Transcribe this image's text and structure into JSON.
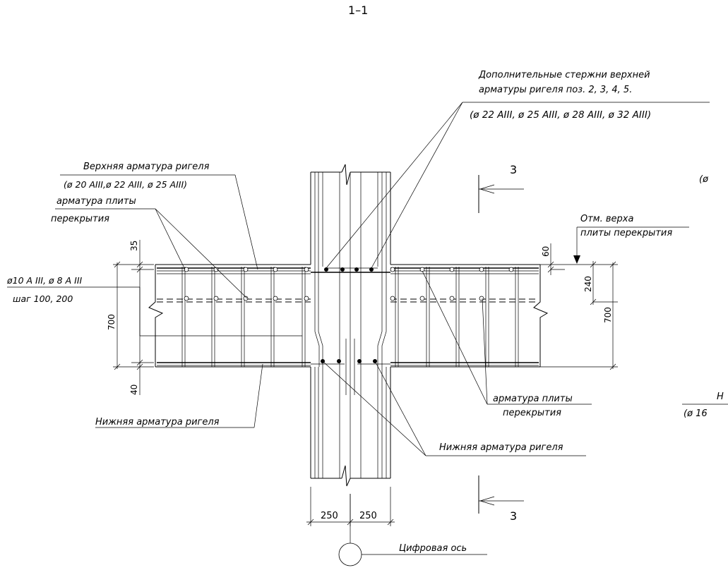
{
  "section_title": "1–1",
  "labels": {
    "extra_bars_line1": "Дополнительные стержни верхней",
    "extra_bars_line2": "арматуры ригеля поз. 2, 3, 4, 5.",
    "extra_bars_diameters": "(ø 22 AIII, ø 25 AIII, ø 28 AIII, ø 32 AIII)",
    "top_rebar": "Верхняя арматура ригеля",
    "top_rebar_diameters": "(ø 20 AIII,ø 22 AIII, ø 25 AIII)",
    "slab_rebar_left_line1": "арматура плиты",
    "slab_rebar_left_line2": "перекрытия",
    "stirrups": "ø10 A III, ø 8 A III",
    "stirrup_step": "шаг 100, 200",
    "bottom_rebar_left": "Нижняя арматура ригеля",
    "slab_top_mark_line1": "Отм. верха",
    "slab_top_mark_line2": "плиты перекрытия",
    "slab_rebar_right_line1": "арматура плиты",
    "slab_rebar_right_line2": "перекрытия",
    "bottom_rebar_right": "Нижняя арматура ригеля",
    "axis": "Цифровая ось",
    "cut_label_top": "3",
    "cut_label_bottom": "3",
    "edge_fragment_1": "(ø",
    "edge_fragment_2": "Н",
    "edge_fragment_3": "(ø 16"
  },
  "dimensions": {
    "top_cover": "35",
    "beam_height_left": "700",
    "bottom_cover": "40",
    "slab_offset_right": "60",
    "slab_thickness": "240",
    "beam_height_right": "700",
    "column_half_left": "250",
    "column_half_right": "250"
  }
}
